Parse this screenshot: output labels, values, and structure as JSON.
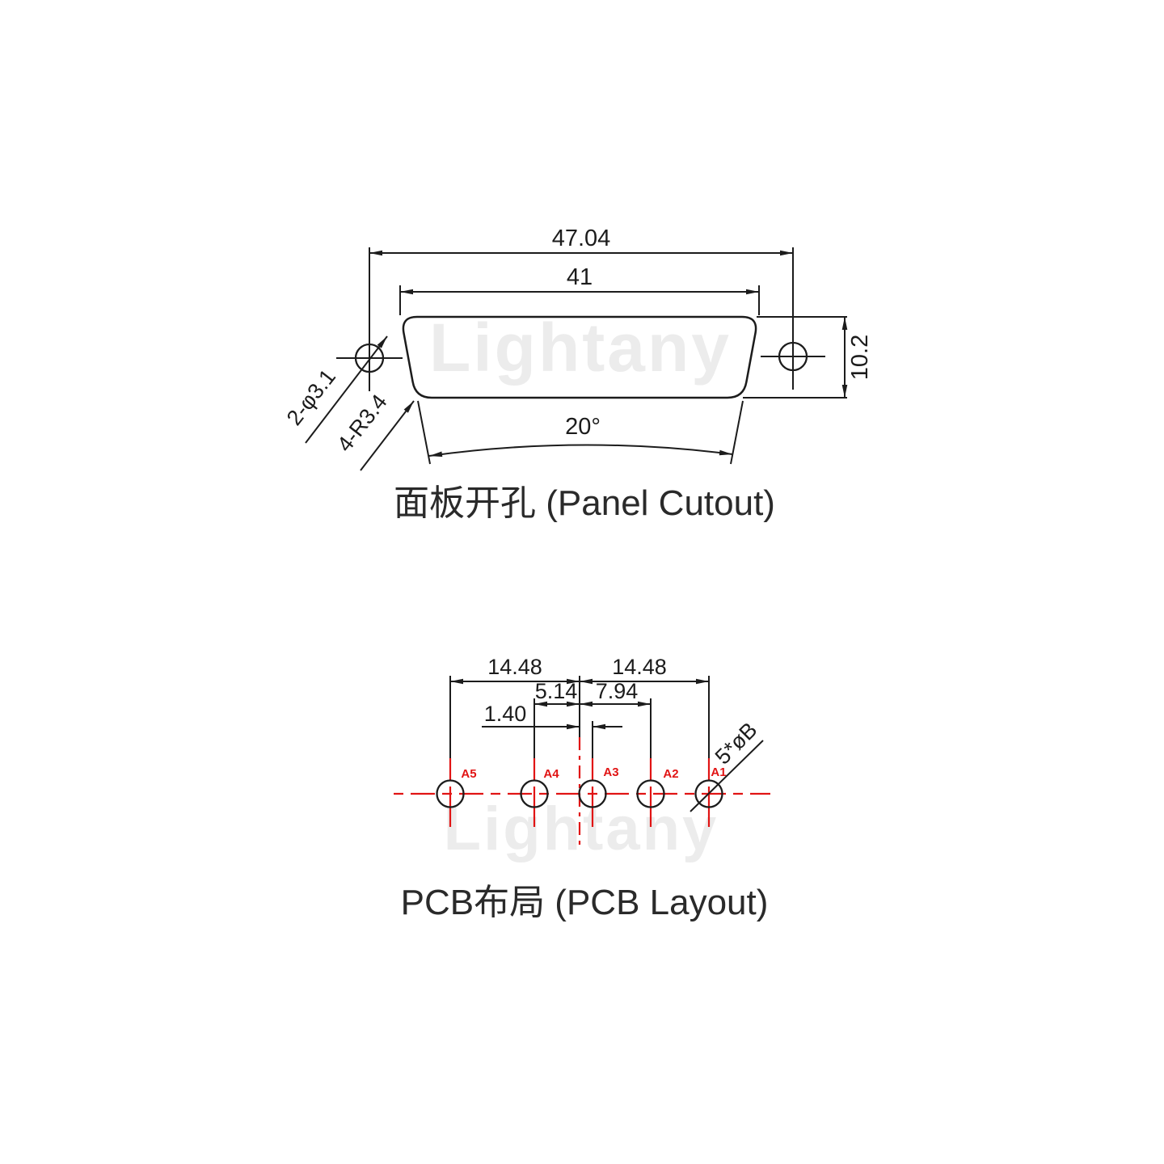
{
  "watermark_text": "Lightany",
  "colors": {
    "line": "#1c1c1c",
    "red": "#e11414",
    "watermark": "#ececec"
  },
  "panel_cutout": {
    "caption": "面板开孔 (Panel Cutout)",
    "dim_outer_width": "47.04",
    "dim_cutout_width": "41",
    "dim_height": "10.2",
    "dim_angle": "20°",
    "label_screw_holes": "2-φ3.1",
    "label_corner_radius": "4-R3.4"
  },
  "pcb_layout": {
    "caption": "PCB布局 (PCB Layout)",
    "dim_pitch_left": "14.48",
    "dim_pitch_right": "14.48",
    "dim_a4_offset": "5.14",
    "dim_a2_offset": "7.94",
    "dim_a3_offset": "1.40",
    "label_hole_dia": "5*øB",
    "pin_labels": [
      "A5",
      "A4",
      "A3",
      "A2",
      "A1"
    ]
  }
}
